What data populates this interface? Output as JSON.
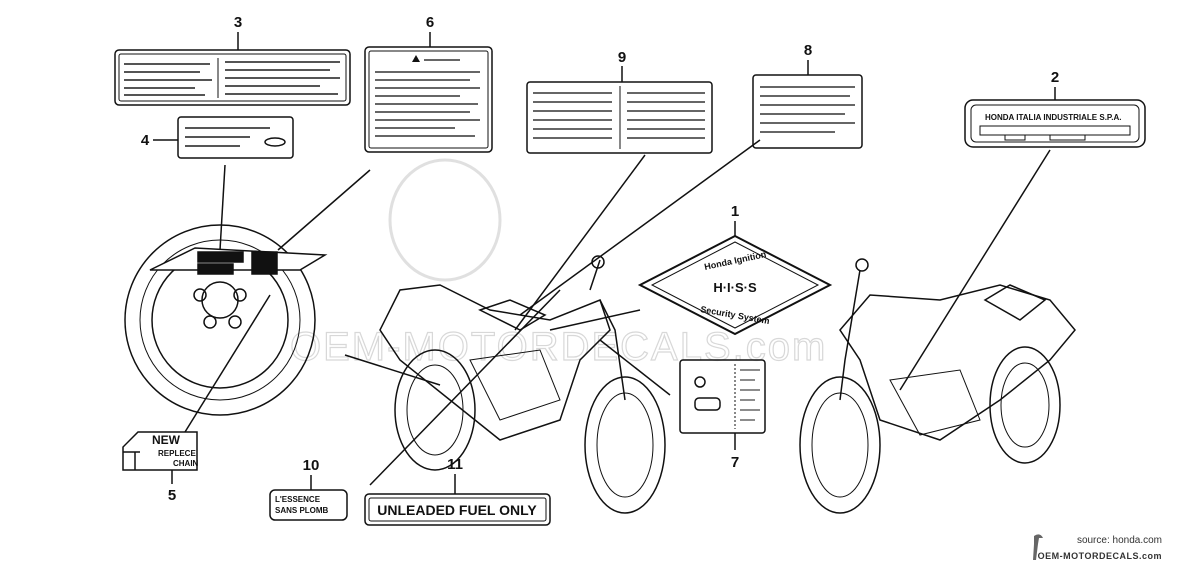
{
  "callouts": [
    "1",
    "2",
    "3",
    "4",
    "5",
    "6",
    "7",
    "8",
    "9",
    "10",
    "11"
  ],
  "labels": {
    "hiss_top": "Honda Ignition",
    "hiss_mid": "H·I·S·S",
    "hiss_bottom": "Security System",
    "plate_text": "HONDA ITALIA INDUSTRIALE S.P.A.",
    "chain_new": "NEW",
    "chain_replace": "REPLECE",
    "chain_chain": "CHAIN",
    "essence_1": "L'ESSENCE",
    "essence_2": "SANS PLOMB",
    "unleaded": "UNLEADED FUEL ONLY"
  },
  "watermark": "OEM-MOTORDECALS.com",
  "footer": {
    "source": "source: honda.com",
    "brand": "OEM-MOTORDECALS.com"
  }
}
